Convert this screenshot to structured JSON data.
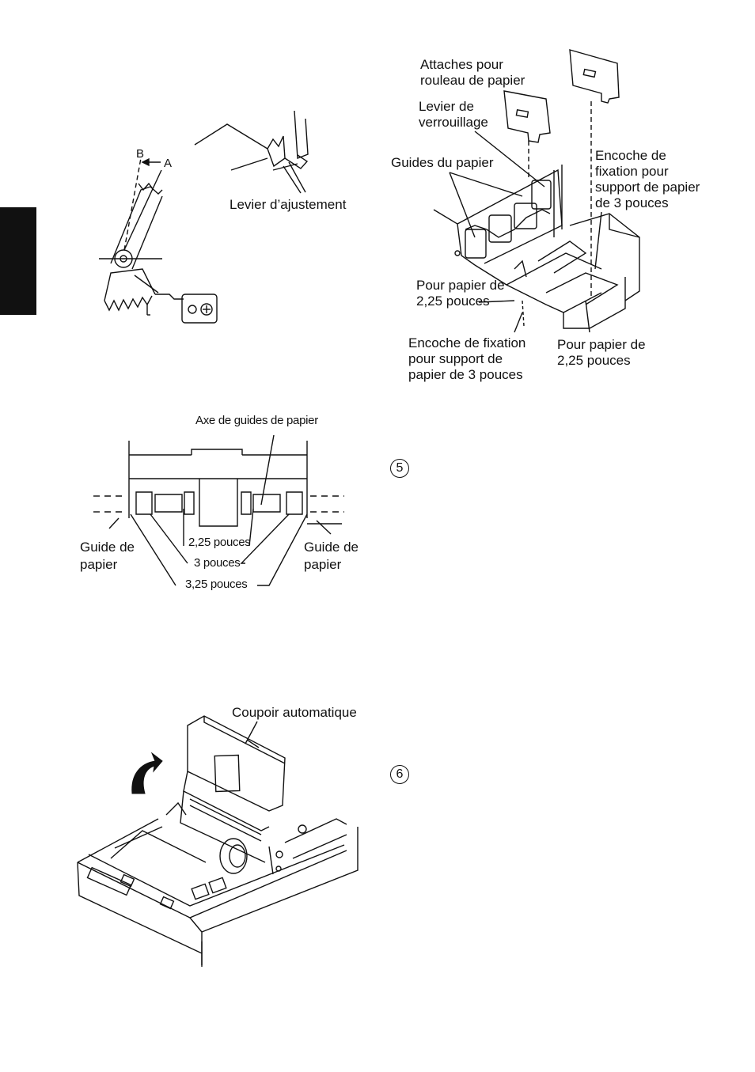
{
  "figure1": {
    "label_b": "B",
    "label_a": "A",
    "label_lever": "Levier d’ajustement"
  },
  "figure2": {
    "attaches": [
      "Attaches pour",
      "rouleau de papier"
    ],
    "levier": [
      "Levier de",
      "verrouillage"
    ],
    "guides": "Guides du papier",
    "encoche_right": [
      "Encoche de",
      "fixation pour",
      "support de papier",
      "de 3 pouces"
    ],
    "pour_left": [
      "Pour papier de",
      "2,25 pouces"
    ],
    "encoche_bottom": [
      "Encoche de fixation",
      "pour support de",
      "papier de 3 pouces"
    ],
    "pour_right": [
      "Pour papier de",
      "2,25 pouces"
    ]
  },
  "figure3": {
    "axe": "Axe de guides de papier",
    "guide_left": [
      "Guide de",
      "papier"
    ],
    "guide_right": [
      "Guide de",
      "papier"
    ],
    "w1": "2,25 pouces",
    "w2": "3 pouces",
    "w3": "3,25 pouces"
  },
  "figure4": {
    "coupoir": "Coupoir automatique"
  },
  "steps": {
    "five": "5",
    "six": "6"
  }
}
